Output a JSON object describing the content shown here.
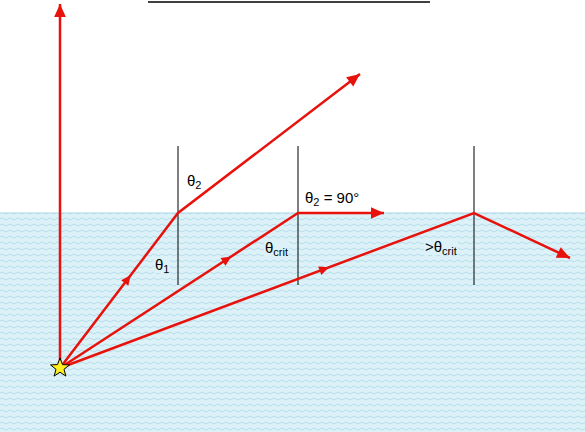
{
  "diagram": {
    "labels": [
      "θ2",
      "θ1",
      "θ2 = 90°",
      "θcrit",
      ">θcrit"
    ]
  }
}
